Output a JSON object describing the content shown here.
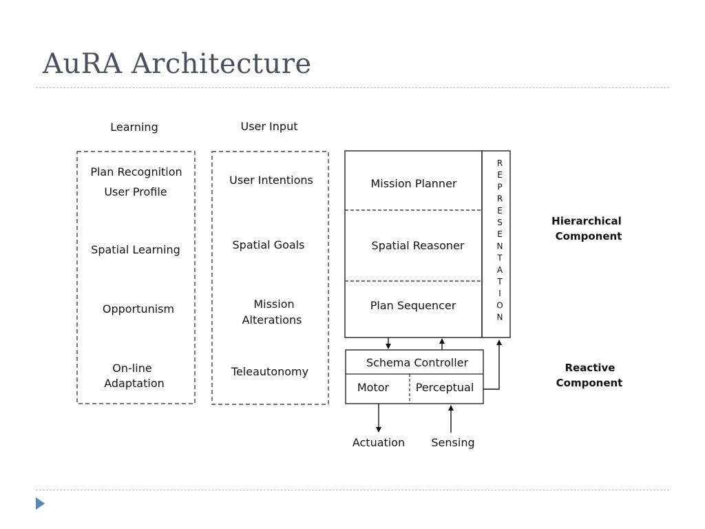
{
  "slide": {
    "title": "AuRA Architecture"
  },
  "learning": {
    "heading": "Learning",
    "items": [
      "Plan Recognition",
      "User Profile",
      "Spatial Learning",
      "Opportunism",
      "On-line",
      "Adaptation"
    ]
  },
  "user_input": {
    "heading": "User Input",
    "items": [
      "User Intentions",
      "Spatial Goals",
      "Mission",
      "Alterations",
      "Teleautonomy"
    ]
  },
  "hierarchical": {
    "modules": [
      "Mission Planner",
      "Spatial Reasoner",
      "Plan Sequencer"
    ],
    "representation": [
      "R",
      "E",
      "P",
      "R",
      "E",
      "S",
      "E",
      "N",
      "T",
      "A",
      "T",
      "I",
      "O",
      "N"
    ],
    "label_line1": "Hierarchical",
    "label_line2": "Component"
  },
  "reactive": {
    "schema_controller": "Schema Controller",
    "motor": "Motor",
    "perceptual": "Perceptual",
    "label_line1": "Reactive",
    "label_line2": "Component"
  },
  "io": {
    "actuation": "Actuation",
    "sensing": "Sensing"
  }
}
